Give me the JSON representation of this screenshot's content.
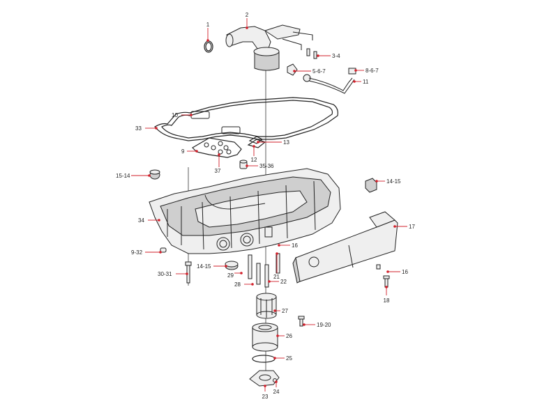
{
  "diagram": {
    "callouts": [
      {
        "id": "c1",
        "text": "1"
      },
      {
        "id": "c2",
        "text": "2"
      },
      {
        "id": "c34a",
        "text": "3-4"
      },
      {
        "id": "c567",
        "text": "5-6-7"
      },
      {
        "id": "c867",
        "text": "8-6-7"
      },
      {
        "id": "c11",
        "text": "11"
      },
      {
        "id": "c10",
        "text": "10"
      },
      {
        "id": "c33",
        "text": "33"
      },
      {
        "id": "c9",
        "text": "9"
      },
      {
        "id": "c13",
        "text": "13"
      },
      {
        "id": "c12",
        "text": "12"
      },
      {
        "id": "c37",
        "text": "37"
      },
      {
        "id": "c3536",
        "text": "35-36"
      },
      {
        "id": "c1514",
        "text": "15-14"
      },
      {
        "id": "c1415a",
        "text": "14-15"
      },
      {
        "id": "c17",
        "text": "17"
      },
      {
        "id": "c34",
        "text": "34"
      },
      {
        "id": "c16a",
        "text": "16"
      },
      {
        "id": "c932",
        "text": "9-32"
      },
      {
        "id": "c21",
        "text": "21"
      },
      {
        "id": "c1415b",
        "text": "14-15"
      },
      {
        "id": "c29",
        "text": "29"
      },
      {
        "id": "c16b",
        "text": "16"
      },
      {
        "id": "c3031",
        "text": "30-31"
      },
      {
        "id": "c28",
        "text": "28"
      },
      {
        "id": "c22",
        "text": "22"
      },
      {
        "id": "c18",
        "text": "18"
      },
      {
        "id": "c27",
        "text": "27"
      },
      {
        "id": "c1920",
        "text": "19-20"
      },
      {
        "id": "c26",
        "text": "26"
      },
      {
        "id": "c25",
        "text": "25"
      },
      {
        "id": "c23",
        "text": "23"
      },
      {
        "id": "c24",
        "text": "24"
      }
    ]
  }
}
